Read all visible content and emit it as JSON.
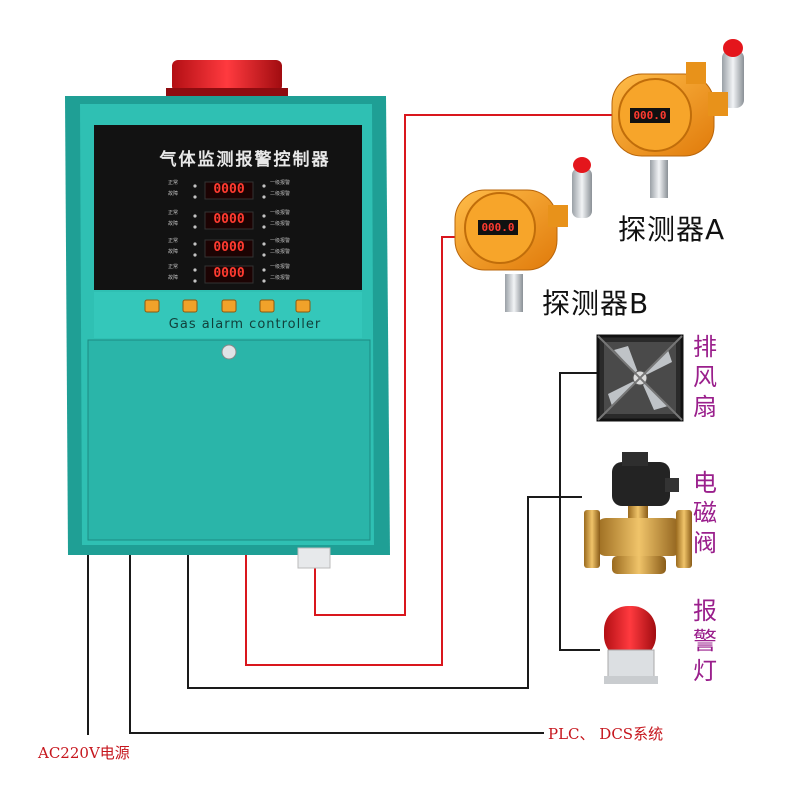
{
  "controller": {
    "panel_title": "气体监测报警控制器",
    "subtitle": "Gas alarm controller",
    "display_value": "0000",
    "left_status": [
      "正常",
      "故障",
      "正常",
      "故障",
      "正常",
      "故障",
      "正常",
      "故障"
    ],
    "right_status": [
      "一级报警",
      "二级报警",
      "一级报警",
      "二级报警",
      "一级报警",
      "二级报警",
      "一级报警",
      "二级报警"
    ]
  },
  "detector_display": "000.0",
  "detector_a_label": "探测器A",
  "detector_b_label": "探测器B",
  "exhaust_fan_label": [
    "排",
    "风",
    "扇"
  ],
  "solenoid_valve_label": [
    "电",
    "磁",
    "阀"
  ],
  "alarm_light_label": [
    "报",
    "警",
    "灯"
  ],
  "plc_label": "PLC、 DCS系统",
  "power_label": "AC220V电源",
  "colors": {
    "cabinet": "#27b3a7",
    "wire_red": "#d9161d",
    "wire_black": "#1a1a1a",
    "detector_orange": "#f39a1b",
    "beacon_red": "#e4161c",
    "label_purple": "#9a1f8c"
  }
}
